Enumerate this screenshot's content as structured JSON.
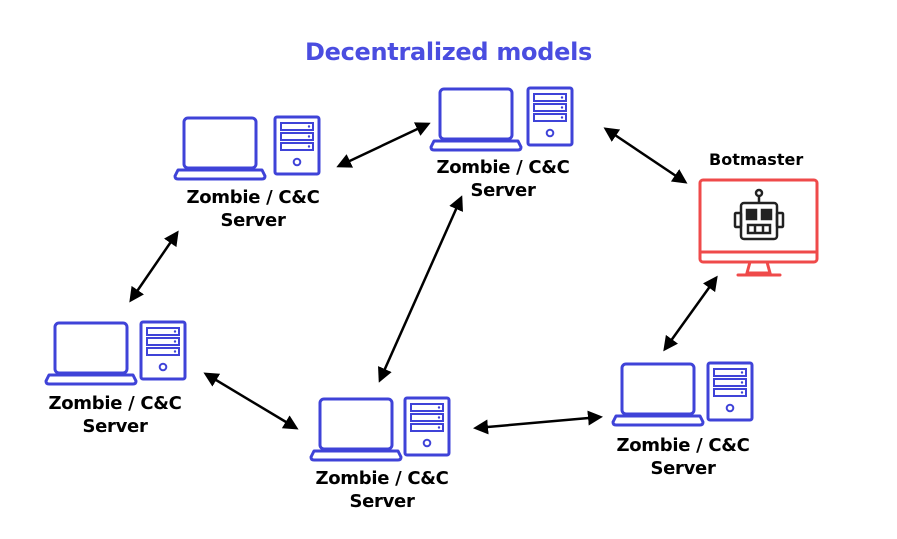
{
  "title": "Decentralized models",
  "colors": {
    "accent": "#4a4de0",
    "node": "#3f43d8",
    "botmaster": "#ef4a4a",
    "arrow": "#000000"
  },
  "node_label": {
    "line1": "Zombie / C&C",
    "line2": "Server"
  },
  "botmaster": {
    "label": "Botmaster"
  },
  "nodes": [
    {
      "id": "node-top-left",
      "icons": [
        "laptop-icon",
        "server-tower-icon"
      ]
    },
    {
      "id": "node-top-center",
      "icons": [
        "laptop-icon",
        "server-tower-icon"
      ]
    },
    {
      "id": "node-middle-left",
      "icons": [
        "laptop-icon",
        "server-tower-icon"
      ]
    },
    {
      "id": "node-bottom-center",
      "icons": [
        "laptop-icon",
        "server-tower-icon"
      ]
    },
    {
      "id": "node-bottom-right",
      "icons": [
        "laptop-icon",
        "server-tower-icon"
      ]
    }
  ],
  "botmaster_icons": [
    "monitor-icon",
    "robot-icon"
  ],
  "connections": [
    {
      "from": "node-top-left",
      "to": "node-top-center",
      "bidirectional": true
    },
    {
      "from": "node-top-left",
      "to": "node-middle-left",
      "bidirectional": true
    },
    {
      "from": "node-middle-left",
      "to": "node-bottom-center",
      "bidirectional": true
    },
    {
      "from": "node-bottom-center",
      "to": "node-top-center",
      "bidirectional": true
    },
    {
      "from": "node-bottom-center",
      "to": "node-bottom-right",
      "bidirectional": true
    },
    {
      "from": "node-top-center",
      "to": "botmaster",
      "bidirectional": true
    },
    {
      "from": "node-bottom-right",
      "to": "botmaster",
      "bidirectional": true
    }
  ]
}
